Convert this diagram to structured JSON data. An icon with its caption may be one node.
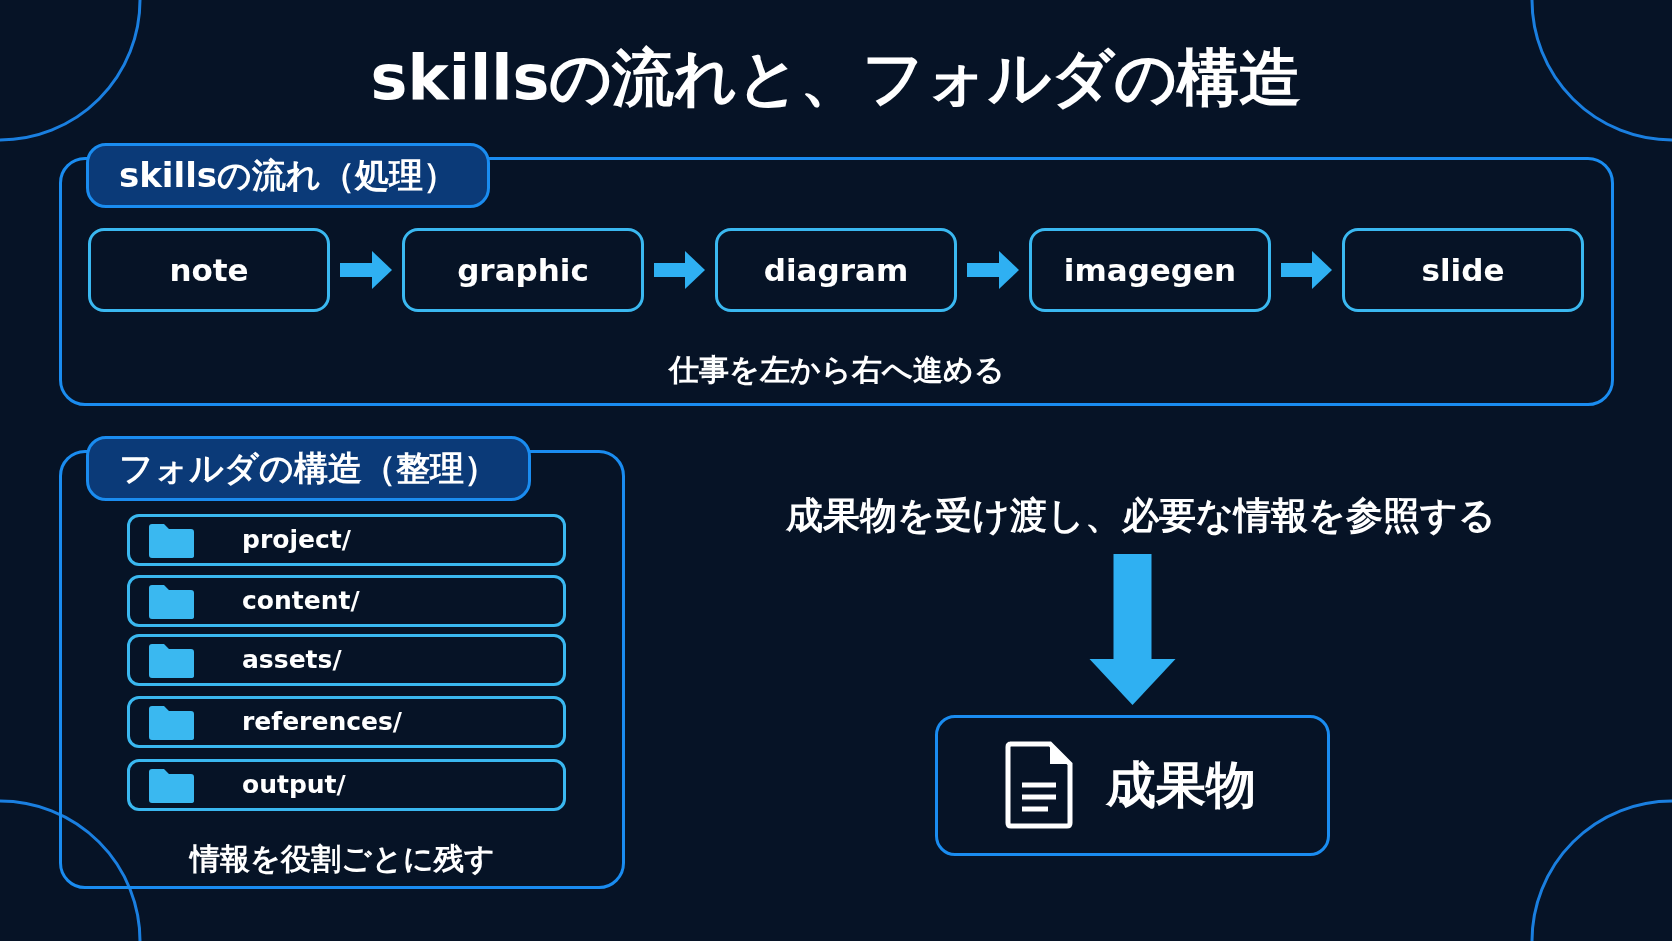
{
  "diagram": {
    "title": "skillsの流れと、フォルダの構造",
    "nodes": [
      {
        "text": [
          "skillsの流れ（処理）",
          "仕事を左から右へ進める"
        ]
      },
      {
        "text": [
          "note"
        ],
        "in": 0
      },
      {
        "text": [
          "graphic"
        ],
        "in": 0
      },
      {
        "text": [
          "diagram"
        ],
        "in": 0
      },
      {
        "text": [
          "imagegen"
        ],
        "in": 0
      },
      {
        "text": [
          "slide"
        ],
        "in": 0
      },
      {
        "text": [
          "フォルダの構造（整理）",
          "情報を役割ごとに残す"
        ]
      },
      {
        "text": [
          "project/"
        ],
        "in": 6
      },
      {
        "text": [
          "content/"
        ],
        "in": 6
      },
      {
        "text": [
          "assets/"
        ],
        "in": 6
      },
      {
        "text": [
          "references/"
        ],
        "in": 6
      },
      {
        "text": [
          "output/"
        ],
        "in": 6
      },
      {
        "text": [
          "成果物を受け渡し、必要な情報を参照する"
        ]
      },
      {
        "text": [
          "成果物"
        ]
      }
    ],
    "edges": [
      {
        "from": 1,
        "to": 2,
        "arrow": "to"
      },
      {
        "from": 2,
        "to": 3,
        "arrow": "to"
      },
      {
        "from": 3,
        "to": 4,
        "arrow": "to"
      },
      {
        "from": 4,
        "to": 5,
        "arrow": "to"
      },
      {
        "from": 12,
        "to": 13,
        "arrow": "to",
        "style": "thick"
      }
    ]
  }
}
